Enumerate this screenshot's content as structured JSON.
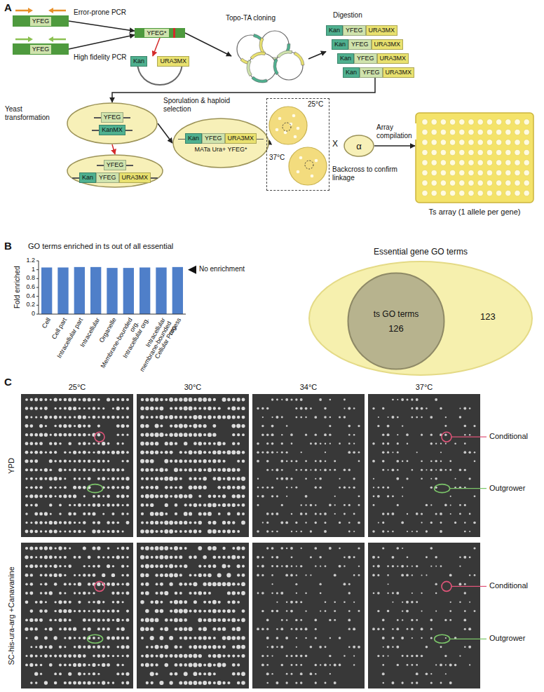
{
  "diagram": {
    "nodes": [
      {
        "text": [
          "YFEG"
        ]
      },
      {
        "text": [
          "YFEG"
        ]
      },
      {
        "text": [
          "YFEG*"
        ]
      },
      {
        "text": [
          "Kan",
          "URA3MX"
        ]
      },
      {
        "text": [
          "Topo-TA cloning"
        ]
      },
      {
        "text": [
          "Digestion"
        ]
      },
      {
        "text": [
          "Kan",
          "YFEG",
          "URA3MX"
        ],
        "in": 5
      },
      {
        "text": [
          "Kan",
          "YFEG",
          "URA3MX"
        ],
        "in": 5
      },
      {
        "text": [
          "Kan",
          "YFEG",
          "URA3MX"
        ],
        "in": 5
      },
      {
        "text": [
          "Kan",
          "YFEG",
          "URA3MX"
        ],
        "in": 5
      },
      {
        "text": [
          "YFEG",
          "KanMX"
        ]
      },
      {
        "text": [
          "YFEG",
          "Kan",
          "YFEG",
          "URA3MX"
        ]
      },
      {
        "text": [
          "Kan",
          "YFEG",
          "URA3MX",
          "MATa Ura+ YFEG*"
        ]
      },
      {
        "text": [
          "25°C",
          "37°C"
        ]
      },
      {
        "text": [
          "α"
        ]
      },
      {
        "text": [
          "Ts array (1 allele per gene)"
        ]
      },
      {
        "text": [
          "Essential gene GO terms",
          "123"
        ]
      },
      {
        "text": [
          "ts GO terms",
          "126"
        ],
        "in": 16
      }
    ],
    "edges": [
      {
        "from": 0,
        "to": 2,
        "arrow": "to",
        "label": "Error-prone PCR"
      },
      {
        "from": 1,
        "to": 2,
        "arrow": "to",
        "label": "High fidelity PCR"
      },
      {
        "from": 2,
        "to": 3,
        "arrow": "to"
      },
      {
        "from": 2,
        "to": 4,
        "arrow": "to"
      },
      {
        "from": 4,
        "to": 5,
        "arrow": "to"
      },
      {
        "from": 5,
        "to": 10,
        "arrow": "to",
        "label": "Yeast transformation"
      },
      {
        "from": 10,
        "to": 11,
        "arrow": "to"
      },
      {
        "from": 10,
        "to": 12,
        "arrow": "to",
        "label": "Sporulation & haploid selection"
      },
      {
        "from": 12,
        "to": 13,
        "arrow": "to"
      },
      {
        "from": 14,
        "to": 15,
        "arrow": "to",
        "label": "Array compilation"
      }
    ],
    "labels": [
      "A",
      "X",
      "Backcross to confirm linkage",
      "B",
      "GO terms enriched in ts out of all essential",
      "Fold enriched",
      "0",
      "0.2",
      "0.4",
      "0.6",
      "0.8",
      "1",
      "1.2",
      "Cell",
      "Cell part",
      "Intracellular part",
      "Intracellular",
      "Organelle",
      "Membrane-bounded org.",
      "Intracellular org.",
      "Intracellular membrane-bounded org.",
      "Cellular Process",
      "No enrichment",
      "C",
      "25°C",
      "30°C",
      "34°C",
      "37°C",
      "YPD",
      "SC-his-ura-arg +Canavanine",
      "Conditional",
      "Outgrower",
      "Conditional",
      "Outgrower"
    ]
  }
}
